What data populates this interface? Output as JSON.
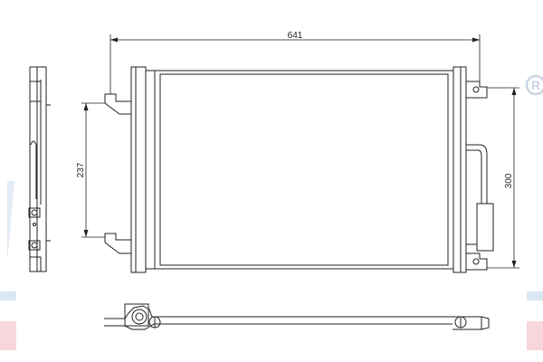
{
  "drawing": {
    "dimensions": {
      "width": "641",
      "height": "300",
      "bracket_spacing": "237"
    },
    "watermark": {
      "registered_mark": "R",
      "band_colors": [
        "#d8e7f4",
        "#f7d6dc"
      ]
    },
    "colors": {
      "line": "#222222",
      "dimension": "#222222",
      "watermark": "#c9d4e4"
    }
  }
}
